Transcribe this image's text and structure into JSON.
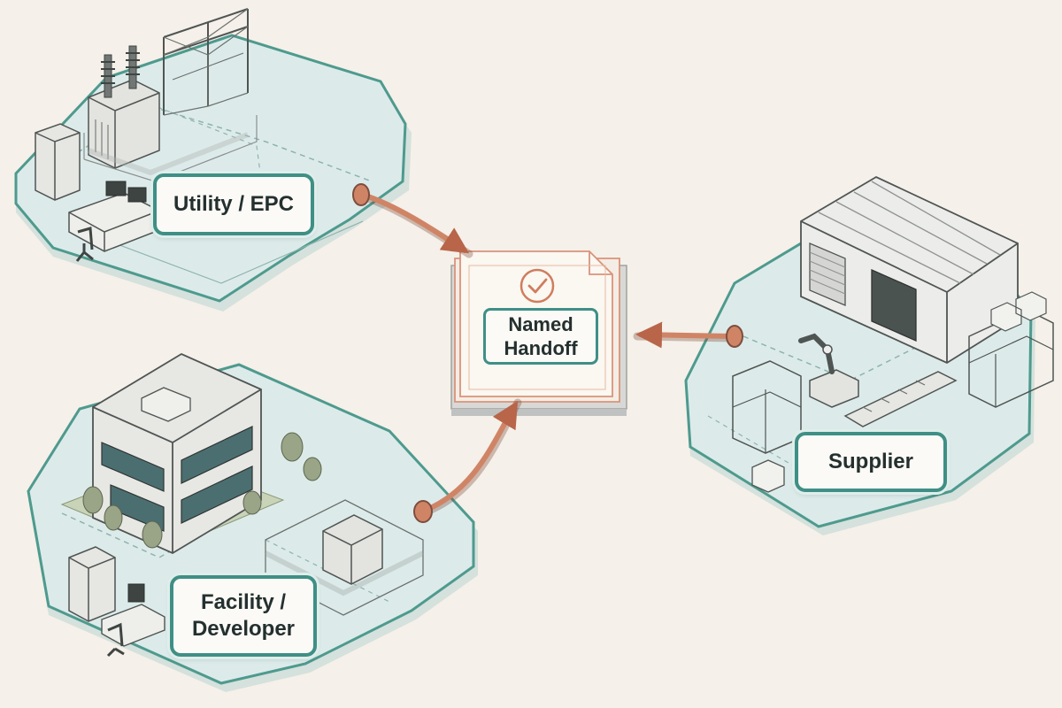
{
  "hub": {
    "line1": "Named",
    "line2": "Handoff",
    "icon": "check-circle-icon"
  },
  "nodes": {
    "utility": {
      "label": "Utility / EPC",
      "icon": "substation-icon"
    },
    "supplier": {
      "label": "Supplier",
      "icon": "warehouse-icon"
    },
    "facility": {
      "line1": "Facility /",
      "line2": "Developer",
      "icon": "office-building-icon"
    }
  },
  "colors": {
    "background": "#f5f0e9",
    "platform_fill": "#dcebea",
    "platform_border": "#4e9a8e",
    "label_border": "#3f8f86",
    "arrow": "#c8775a",
    "document_outline": "#d9937a"
  }
}
